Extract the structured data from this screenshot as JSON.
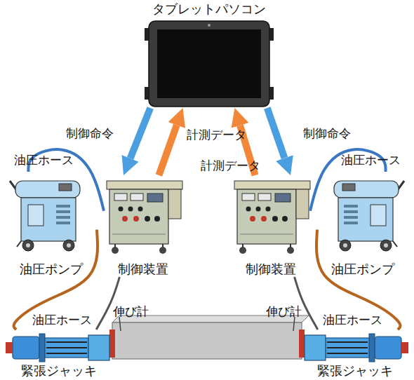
{
  "diagram": {
    "nodes": [
      {
        "text": [
          "タブレットパソコン"
        ]
      },
      {
        "text": [
          "油圧ポンプ"
        ]
      },
      {
        "text": [
          "制御装置"
        ]
      },
      {
        "text": [
          "制御装置"
        ]
      },
      {
        "text": [
          "油圧ポンプ"
        ]
      },
      {
        "text": [
          "緊張ジャッキ"
        ]
      },
      {
        "text": [
          "緊張ジャッキ"
        ]
      }
    ],
    "edges": [
      {
        "from": 0,
        "to": 2,
        "label": "制御命令",
        "arrow": "to"
      },
      {
        "from": 2,
        "to": 0,
        "label": "計測データ",
        "arrow": "to"
      },
      {
        "from": 3,
        "to": 0,
        "label": "計測データ",
        "arrow": "to"
      },
      {
        "from": 0,
        "to": 3,
        "label": "制御命令",
        "arrow": "to"
      },
      {
        "from": 1,
        "to": 2,
        "label": "油圧ホース",
        "arrow": "none"
      },
      {
        "from": 1,
        "to": 5,
        "label": "油圧ホース",
        "arrow": "none"
      },
      {
        "from": 2,
        "to": 5,
        "arrow": "none"
      },
      {
        "from": 4,
        "to": 3,
        "label": "油圧ホース",
        "arrow": "none"
      },
      {
        "from": 4,
        "to": 6,
        "label": "油圧ホース",
        "arrow": "none"
      },
      {
        "from": 3,
        "to": 6,
        "arrow": "none"
      }
    ],
    "labels": [
      "伸び計",
      "伸び計"
    ]
  }
}
